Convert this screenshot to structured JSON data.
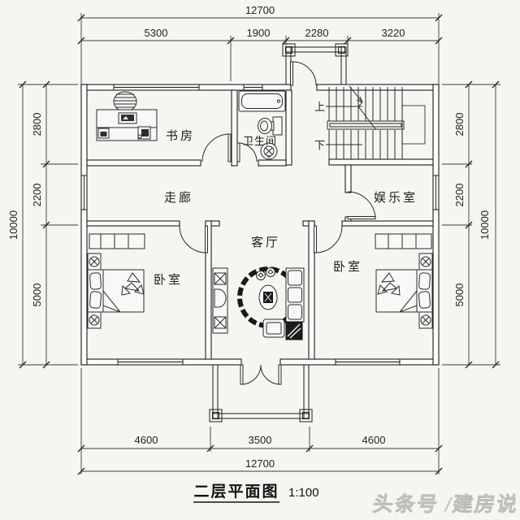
{
  "title": {
    "text": "二层平面图",
    "scale": "1:100"
  },
  "watermark": {
    "text": "头条号 /建房说"
  },
  "rooms": {
    "study": "书房",
    "bathroom": "卫生间",
    "corridor": "走廊",
    "entertainment": "娱乐室",
    "living": "客厅",
    "bedroom_left": "卧室",
    "bedroom_right": "卧室"
  },
  "stairs": {
    "up": "上",
    "down": "下"
  },
  "dimensions": {
    "top": {
      "total": "12700",
      "segments": [
        "5300",
        "1900",
        "2280",
        "3220"
      ]
    },
    "bottom": {
      "total": "12700",
      "segments": [
        "4600",
        "3500",
        "4600"
      ]
    },
    "left": {
      "total": "10000",
      "segments": [
        "2800",
        "2200",
        "5000"
      ]
    },
    "right": {
      "total": "10000",
      "segments": [
        "2800",
        "2200",
        "5000"
      ]
    }
  },
  "colors": {
    "line": "#1c1c1c",
    "background": "#f5f5f2",
    "watermark": "#cfcfcd"
  }
}
